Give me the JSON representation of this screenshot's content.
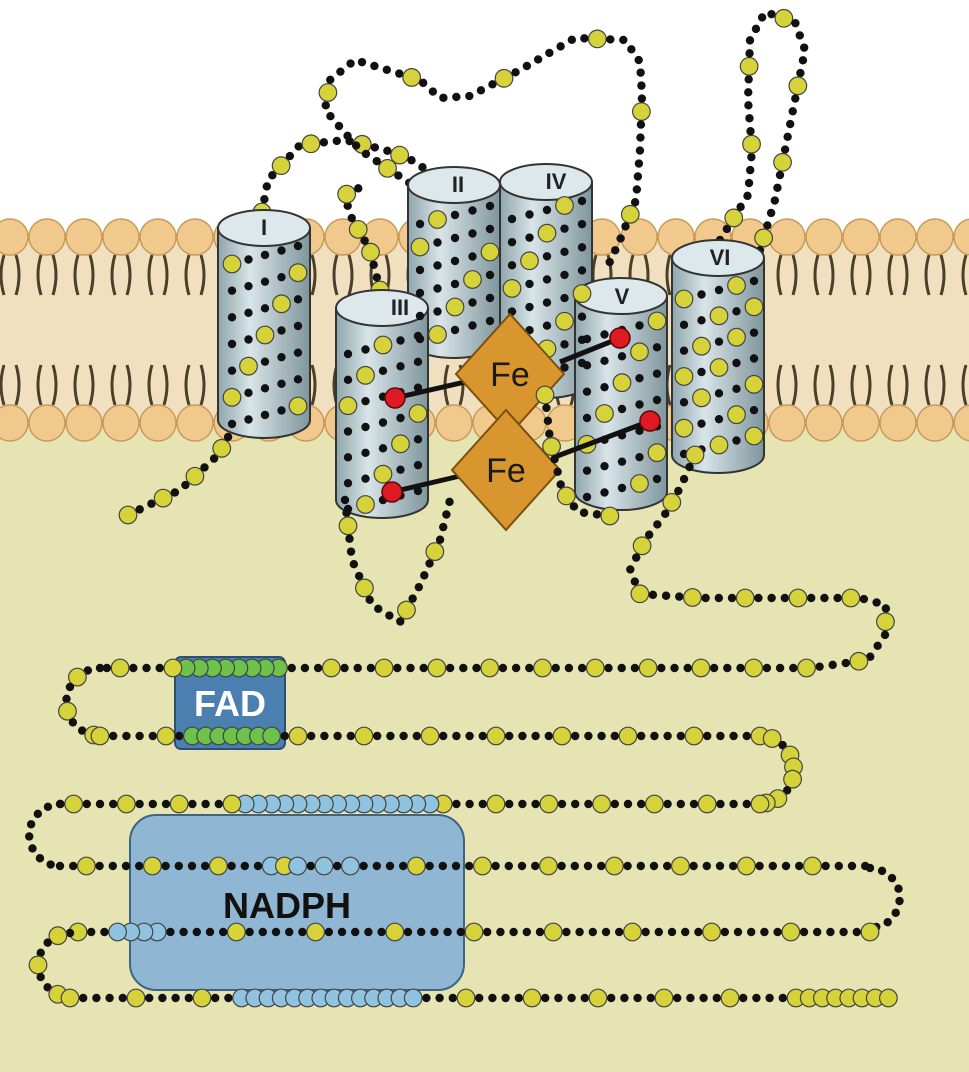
{
  "helices": [
    {
      "id": "helix-1",
      "label": "I"
    },
    {
      "id": "helix-2",
      "label": "II"
    },
    {
      "id": "helix-3",
      "label": "III"
    },
    {
      "id": "helix-4",
      "label": "IV"
    },
    {
      "id": "helix-5",
      "label": "V"
    },
    {
      "id": "helix-6",
      "label": "VI"
    }
  ],
  "heme_1": {
    "label": "Fe"
  },
  "heme_2": {
    "label": "Fe"
  },
  "fad_domain": {
    "label": "FAD"
  },
  "nadph_domain": {
    "label": "NADPH"
  },
  "colors": {
    "cytoplasm": "#e6e4b2",
    "membrane_core": "#f0e0c0",
    "lipid_head": "#f2c98c",
    "lipid_head_stroke": "#c79a5a",
    "lipid_tail": "#4a3f2a",
    "helix_fill": "#b8cdd3",
    "helix_top": "#dde8ec",
    "heme_fill": "#d9962e",
    "fad_fill": "#4a7fb0",
    "nadph_fill": "#8fb7d3",
    "residue_black": "#111111",
    "residue_yellow": "#d6d23a",
    "residue_green": "#6cc24a",
    "residue_blue": "#8fc3e0",
    "residue_red": "#e01a22"
  }
}
